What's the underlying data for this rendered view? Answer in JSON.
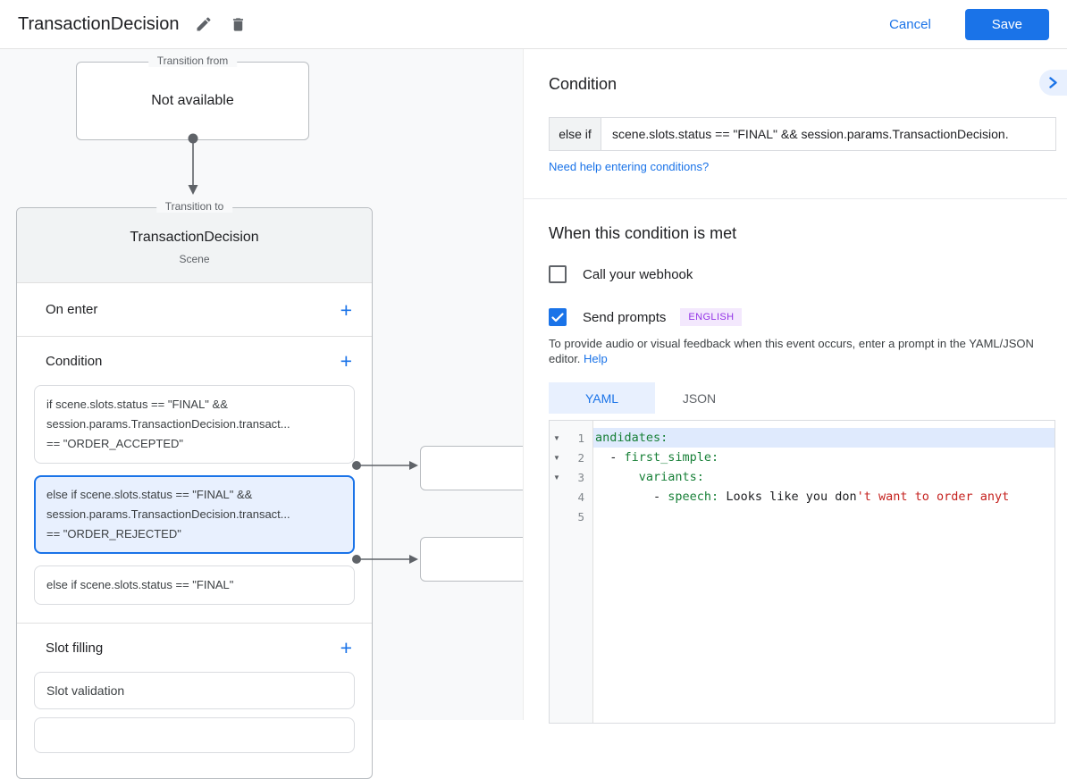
{
  "header": {
    "title": "TransactionDecision",
    "cancel_label": "Cancel",
    "save_label": "Save"
  },
  "diagram": {
    "transition_from": {
      "legend": "Transition from",
      "value": "Not available"
    },
    "transition_to": {
      "legend": "Transition to",
      "scene_name": "TransactionDecision",
      "scene_type": "Scene",
      "on_enter_label": "On enter",
      "condition": {
        "label": "Condition",
        "cards": [
          {
            "selected": false,
            "lines": [
              "if scene.slots.status == \"FINAL\" &&",
              "session.params.TransactionDecision.transact...",
              "== \"ORDER_ACCEPTED\""
            ]
          },
          {
            "selected": true,
            "lines": [
              "else if scene.slots.status == \"FINAL\" &&",
              "session.params.TransactionDecision.transact...",
              "== \"ORDER_REJECTED\""
            ]
          },
          {
            "selected": false,
            "lines": [
              "else if scene.slots.status == \"FINAL\""
            ]
          }
        ]
      },
      "slot_filling": {
        "label": "Slot filling",
        "cards": [
          "Slot validation"
        ]
      }
    }
  },
  "panel": {
    "condition": {
      "title": "Condition",
      "prefix": "else if",
      "expression": "scene.slots.status == \"FINAL\" && session.params.TransactionDecision.",
      "help_link": "Need help entering conditions?"
    },
    "when_met": {
      "title": "When this condition is met",
      "webhook_label": "Call your webhook",
      "webhook_checked": false,
      "prompts_label": "Send prompts",
      "prompts_checked": true,
      "language_badge": "ENGLISH",
      "description": "To provide audio or visual feedback when this event occurs, enter a prompt in the YAML/JSON editor.",
      "help_label": "Help"
    },
    "editor": {
      "tabs": [
        {
          "label": "YAML",
          "active": true
        },
        {
          "label": "JSON",
          "active": false
        }
      ],
      "lines": [
        {
          "num": "1",
          "fold": true,
          "highlight": true,
          "segments": [
            {
              "t": "andidates:",
              "c": "green"
            }
          ]
        },
        {
          "num": "2",
          "fold": true,
          "highlight": false,
          "segments": [
            {
              "t": "  - ",
              "c": "plain"
            },
            {
              "t": "first_simple:",
              "c": "green"
            }
          ]
        },
        {
          "num": "3",
          "fold": true,
          "highlight": false,
          "segments": [
            {
              "t": "      ",
              "c": "plain"
            },
            {
              "t": "variants:",
              "c": "green"
            }
          ]
        },
        {
          "num": "4",
          "fold": false,
          "highlight": false,
          "segments": [
            {
              "t": "        - ",
              "c": "plain"
            },
            {
              "t": "speech:",
              "c": "green"
            },
            {
              "t": " Looks like you don",
              "c": "plain"
            },
            {
              "t": "'t want to order anyt",
              "c": "red"
            }
          ]
        },
        {
          "num": "5",
          "fold": false,
          "highlight": false,
          "segments": []
        }
      ]
    }
  },
  "colors": {
    "accent_blue": "#1a73e8",
    "selected_card_bg": "#e8f0fe",
    "badge_purple": "#9334e6",
    "code_green": "#188038",
    "code_red": "#c5221f"
  }
}
